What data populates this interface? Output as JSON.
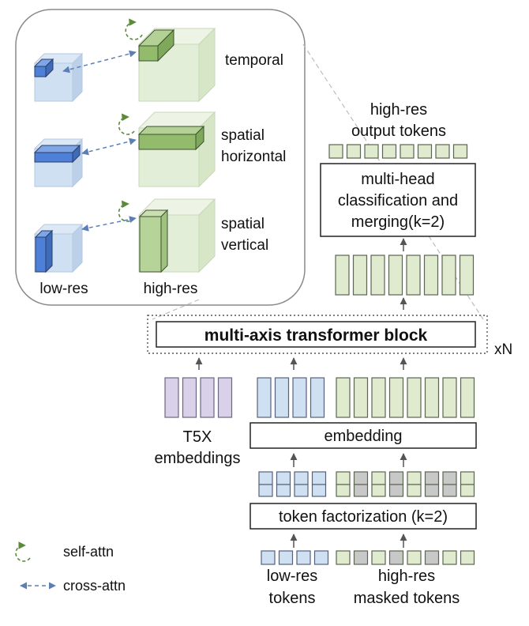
{
  "colors": {
    "green_fill": "#dfeacf",
    "green_stroke": "#5a6650",
    "blue_fill": "#cfe0f3",
    "blue_stroke": "#56627a",
    "purple_fill": "#d9d0ea",
    "gray_fill": "#c8c8c8",
    "dark_green": "#93bb6c",
    "dark_blue": "#4f80d8",
    "arrow": "#555555",
    "dashed_arrow": "#5b7fb5",
    "self_attn": "#5a8a3a"
  },
  "inset": {
    "rows": [
      {
        "label": "temporal"
      },
      {
        "label_line1": "spatial",
        "label_line2": "horizontal"
      },
      {
        "label_line1": "spatial",
        "label_line2": "vertical"
      }
    ],
    "low_res_label": "low-res",
    "high_res_label": "high-res"
  },
  "output": {
    "title_line1": "high-res",
    "title_line2": "output tokens",
    "head_line1": "multi-head",
    "head_line2": "classification and",
    "head_line3": "merging(k=2)"
  },
  "transformer": {
    "label": "multi-axis transformer block",
    "repeat": "xN"
  },
  "t5x": {
    "line1": "T5X",
    "line2": "embeddings"
  },
  "embedding_label": "embedding",
  "factorization_label": "token factorization (k=2)",
  "inputs": {
    "low_res_line1": "low-res",
    "low_res_line2": "tokens",
    "high_res_line1": "high-res",
    "high_res_line2": "masked tokens",
    "masked_pattern": [
      false,
      true,
      false,
      true,
      false,
      true,
      false
    ]
  },
  "legend": {
    "self_attn": "self-attn",
    "cross_attn": "cross-attn"
  }
}
